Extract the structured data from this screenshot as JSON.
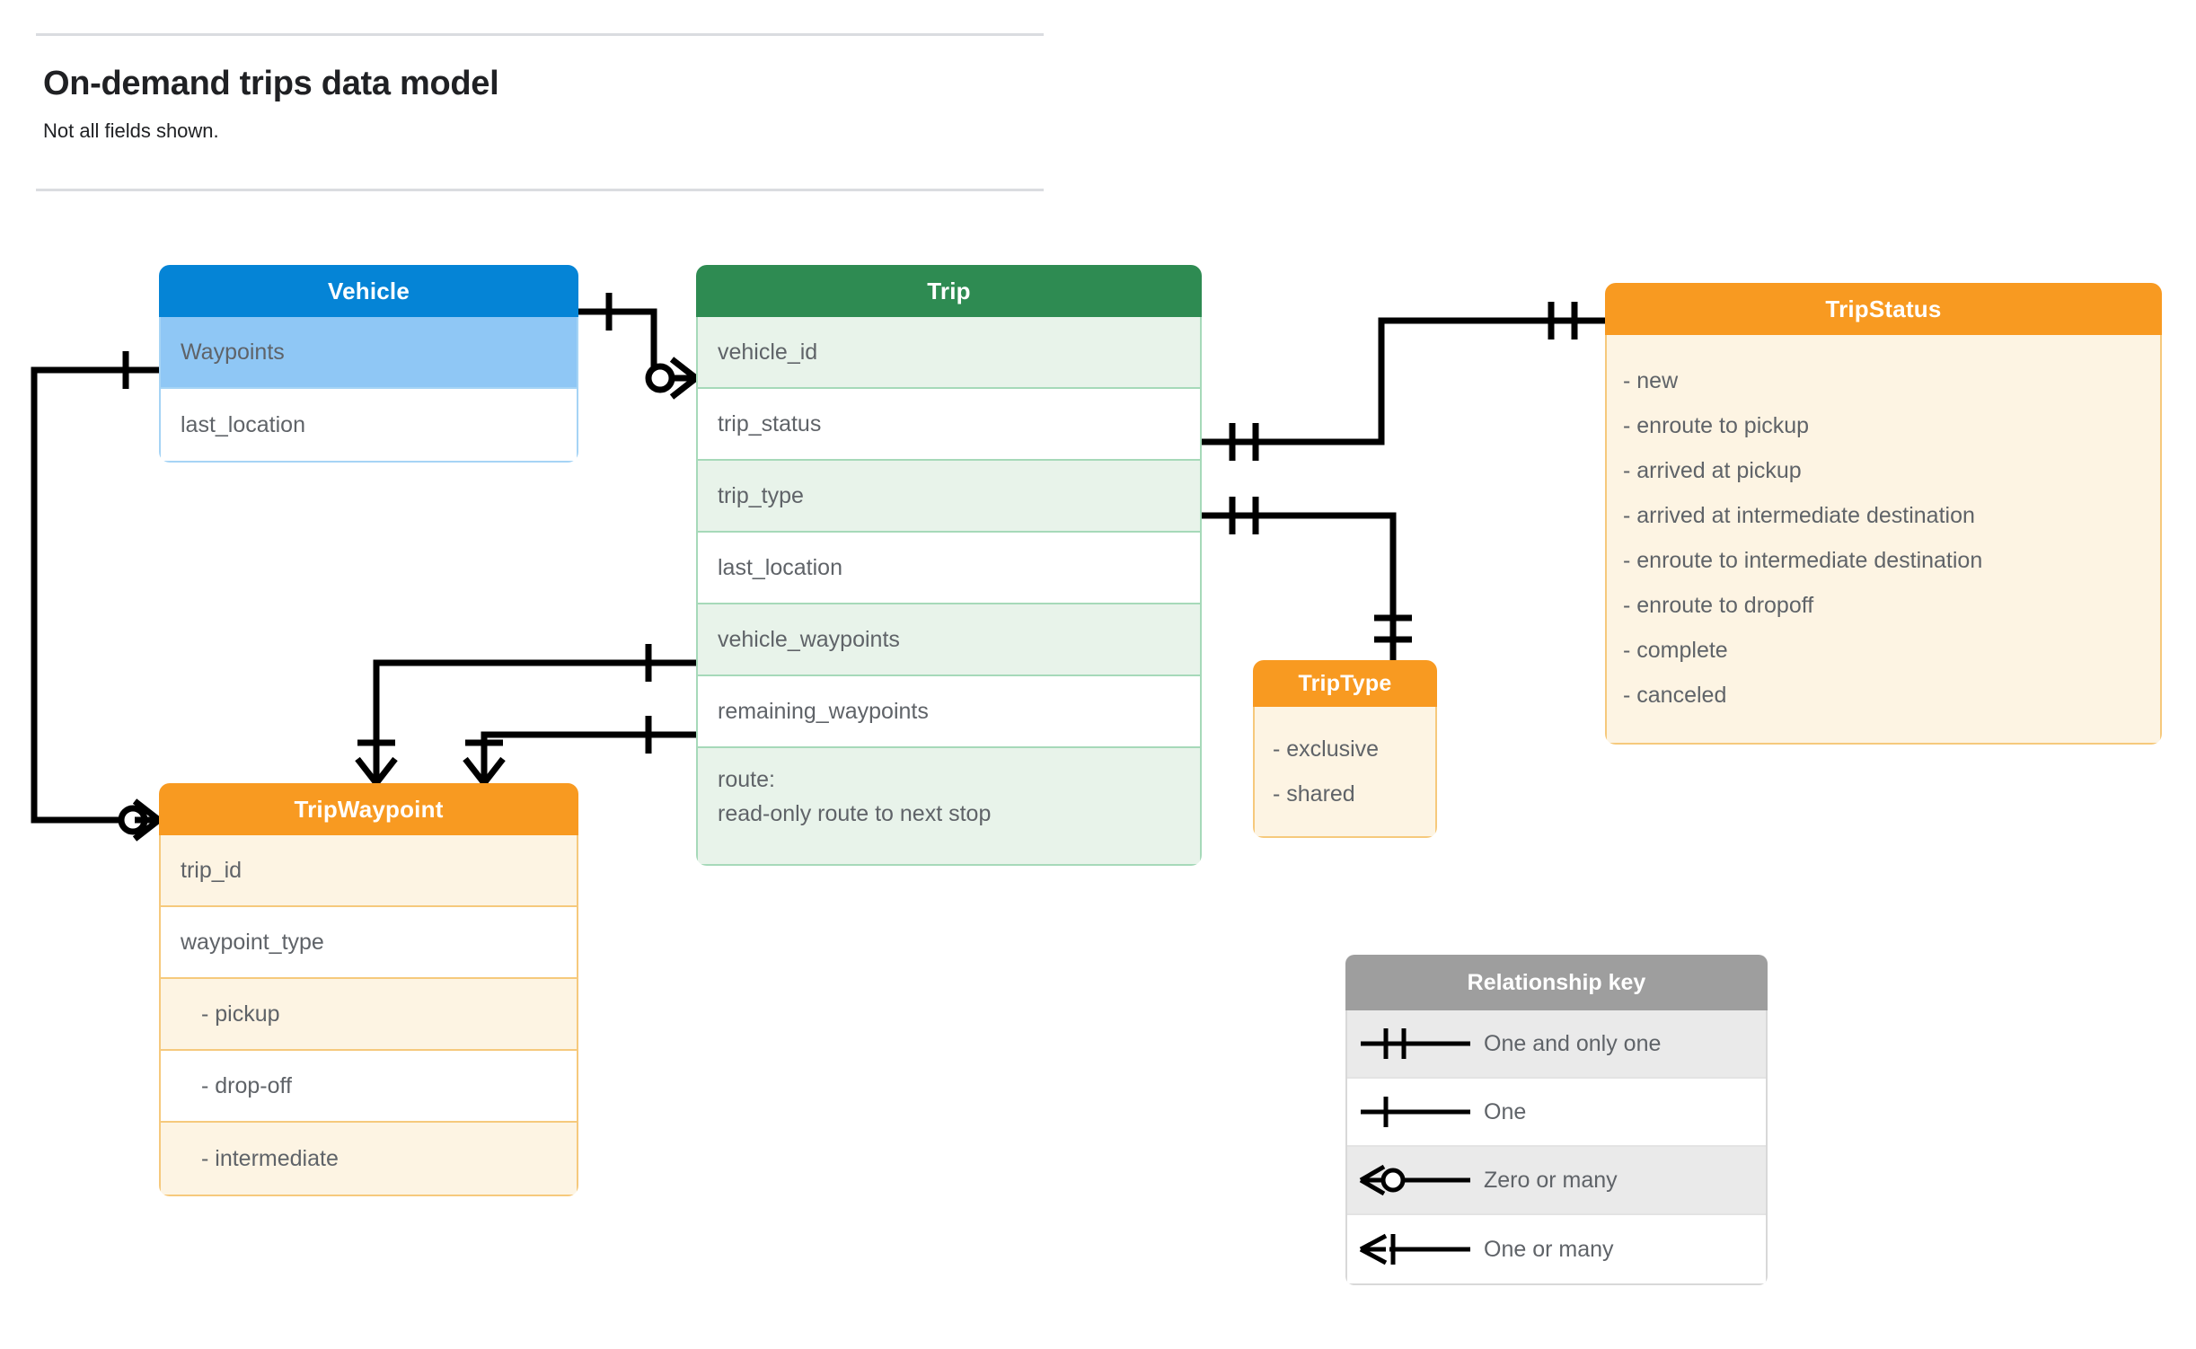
{
  "header": {
    "title": "On-demand trips data model",
    "subtitle": "Not all fields shown."
  },
  "entities": {
    "vehicle": {
      "name": "Vehicle",
      "header_color": "#0584d6",
      "rows": [
        {
          "label": "Waypoints"
        },
        {
          "label": "last_location"
        }
      ]
    },
    "trip": {
      "name": "Trip",
      "header_color": "#2e8b52",
      "rows": [
        {
          "label": "vehicle_id"
        },
        {
          "label": "trip_status"
        },
        {
          "label": "trip_type"
        },
        {
          "label": "last_location"
        },
        {
          "label": "vehicle_waypoints"
        },
        {
          "label": "remaining_waypoints"
        },
        {
          "label": "route:",
          "label2": "read-only route to next stop"
        }
      ]
    },
    "trip_status": {
      "name": "TripStatus",
      "header_color": "#f89a21",
      "items": [
        "- new",
        "- enroute to pickup",
        "- arrived at pickup",
        "- arrived at intermediate destination",
        "- enroute to intermediate destination",
        "- enroute to dropoff",
        "- complete",
        "- canceled"
      ]
    },
    "trip_type": {
      "name": "TripType",
      "header_color": "#f89a21",
      "items": [
        "- exclusive",
        "- shared"
      ]
    },
    "trip_waypoint": {
      "name": "TripWaypoint",
      "header_color": "#f89a21",
      "rows": [
        {
          "label": "trip_id"
        },
        {
          "label": "waypoint_type"
        },
        {
          "label": "-  pickup"
        },
        {
          "label": "-  drop-off"
        },
        {
          "label": "-  intermediate"
        }
      ]
    }
  },
  "relationship_key": {
    "title": "Relationship key",
    "rows": [
      {
        "symbol": "one-and-only-one-symbol",
        "label": "One and only one"
      },
      {
        "symbol": "one-symbol",
        "label": "One"
      },
      {
        "symbol": "zero-or-many-symbol",
        "label": "Zero or many"
      },
      {
        "symbol": "one-or-many-symbol",
        "label": "One or many"
      }
    ]
  },
  "relationships": [
    {
      "from": "Vehicle",
      "from_field": "header",
      "to": "Trip",
      "to_field": "vehicle_id",
      "from_cardinality": "One",
      "to_cardinality": "Zero or many"
    },
    {
      "from": "Vehicle",
      "from_field": "Waypoints",
      "to": "TripWaypoint",
      "to_field": "header",
      "from_cardinality": "One",
      "to_cardinality": "Zero or many"
    },
    {
      "from": "Trip",
      "from_field": "trip_status",
      "to": "TripStatus",
      "to_field": "header",
      "from_cardinality": "One and only one",
      "to_cardinality": "One and only one"
    },
    {
      "from": "Trip",
      "from_field": "trip_type",
      "to": "TripType",
      "to_field": "header",
      "from_cardinality": "One and only one",
      "to_cardinality": "One and only one"
    },
    {
      "from": "Trip",
      "from_field": "vehicle_waypoints",
      "to": "TripWaypoint",
      "to_field": "header",
      "from_cardinality": "One",
      "to_cardinality": "One or many"
    },
    {
      "from": "Trip",
      "from_field": "remaining_waypoints",
      "to": "TripWaypoint",
      "to_field": "header",
      "from_cardinality": "One",
      "to_cardinality": "One or many"
    }
  ]
}
